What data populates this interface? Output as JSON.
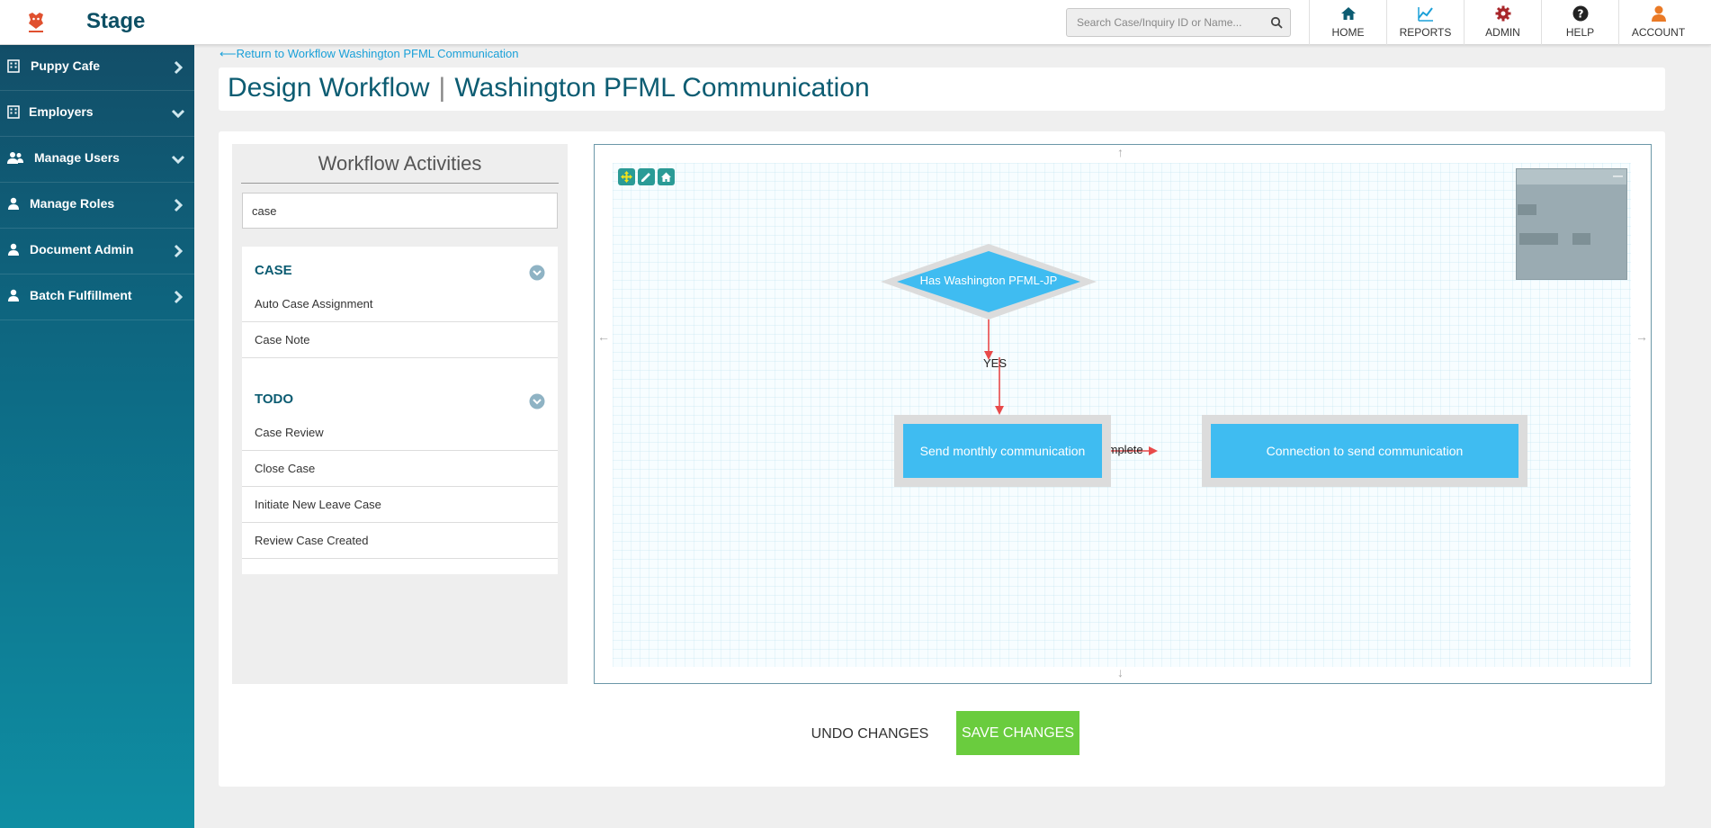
{
  "app": {
    "title": "Stage",
    "logo_icon": "puppy-logo-icon"
  },
  "search": {
    "placeholder": "Search Case/Inquiry ID or Name..."
  },
  "nav": [
    {
      "label": "HOME",
      "icon": "home-icon"
    },
    {
      "label": "REPORTS",
      "icon": "chart-icon"
    },
    {
      "label": "ADMIN",
      "icon": "gear-icon"
    },
    {
      "label": "HELP",
      "icon": "help-icon"
    },
    {
      "label": "ACCOUNT",
      "icon": "user-icon"
    }
  ],
  "sidebar": {
    "items": [
      {
        "label": "Puppy Cafe",
        "icon": "building-icon",
        "arrow": "chevron-right-icon"
      },
      {
        "label": "Employers",
        "icon": "building-icon",
        "arrow": "chevron-down-icon"
      },
      {
        "label": "Manage Users",
        "icon": "users-icon",
        "arrow": "chevron-down-icon"
      },
      {
        "label": "Manage Roles",
        "icon": "user-icon",
        "arrow": "chevron-right-icon"
      },
      {
        "label": "Document Admin",
        "icon": "user-icon",
        "arrow": "chevron-right-icon"
      },
      {
        "label": "Batch Fulfillment",
        "icon": "user-icon",
        "arrow": "chevron-right-icon"
      }
    ]
  },
  "main": {
    "back_link": "Return to Workflow Washington PFML Communication",
    "title_part1": "Design Workflow",
    "title_separator": "|",
    "title_part2": "Washington PFML Communication"
  },
  "activities": {
    "title": "Workflow Activities",
    "search_value": "case",
    "groups": [
      {
        "title": "CASE",
        "items": [
          "Auto Case Assignment",
          "Case Note"
        ]
      },
      {
        "title": "TODO",
        "items": [
          "Case Review",
          "Close Case",
          "Initiate New Leave Case",
          "Review Case Created"
        ]
      }
    ]
  },
  "workflow": {
    "nodes": {
      "decision": "Has Washington PFML-JP",
      "send": "Send monthly communication",
      "connection": "Connection to send communication"
    },
    "edges": {
      "yes": "YES",
      "complete": "Complete"
    },
    "colors": {
      "node": "#3fbcf1",
      "edge": "#e84a4a",
      "node_border": "#dcdcdc"
    }
  },
  "actions": {
    "undo": "UNDO CHANGES",
    "save": "SAVE CHANGES"
  }
}
